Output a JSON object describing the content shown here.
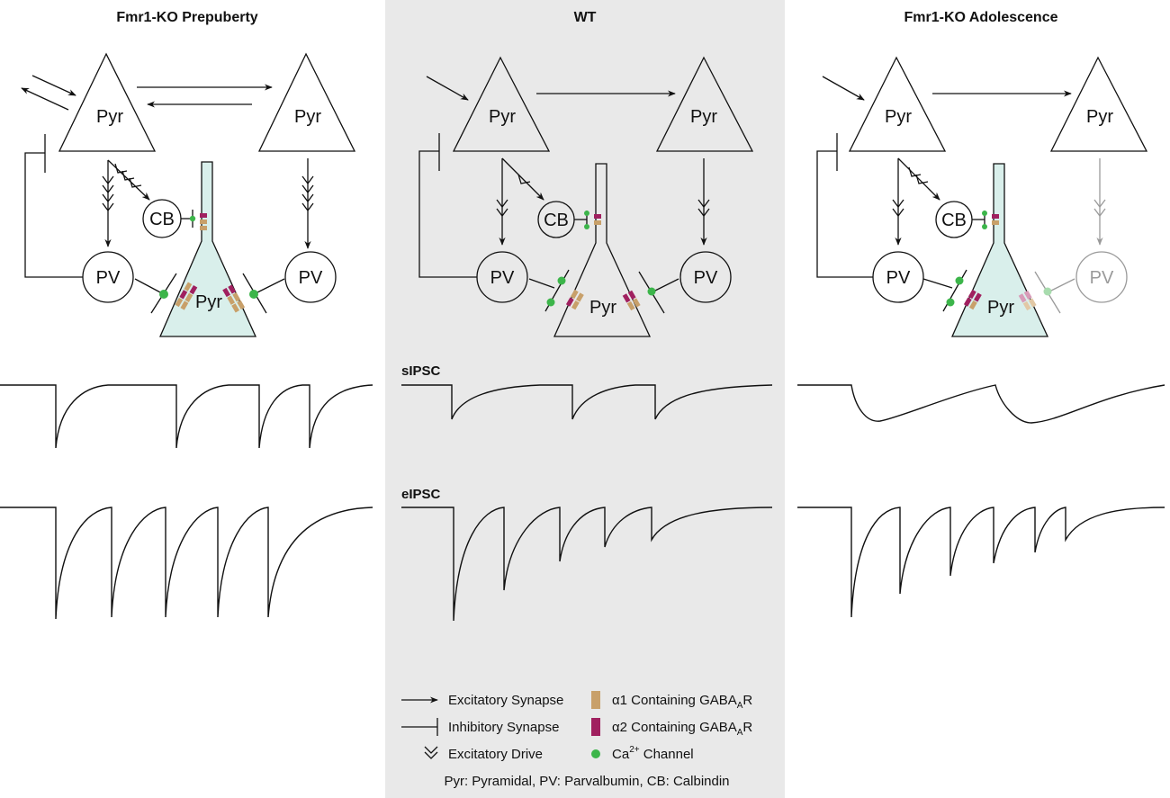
{
  "panels": {
    "left": {
      "title": "Fmr1-KO Prepuberty"
    },
    "middle": {
      "title": "WT"
    },
    "right": {
      "title": "Fmr1-KO Adolescence"
    }
  },
  "cells": {
    "pyr": "Pyr",
    "pv": "PV",
    "cb": "CB"
  },
  "traces": {
    "sipsc": "sIPSC",
    "eipsc": "eIPSC"
  },
  "legend": {
    "excitatory_synapse": "Excitatory Synapse",
    "inhibitory_synapse": "Inhibitory Synapse",
    "excitatory_drive": "Excitatory Drive",
    "alpha1_prefix": "α1 Containing GABA",
    "alpha2_prefix": "α2 Containing GABA",
    "gaba_sub": "A",
    "gaba_suffix": "R",
    "ca_prefix": "Ca",
    "ca_sup": "2+",
    "ca_suffix": " Channel",
    "abbreviations": "Pyr: Pyramidal, PV: Parvalbumin, CB: Calbindin"
  },
  "colors": {
    "wt_background": "#e9e9e9",
    "pyramidal_fill": "#d9efeb",
    "alpha1_receptor": "#c8a06a",
    "alpha2_receptor": "#a0205f",
    "ca_channel": "#3cb54a",
    "faded": "#9a9a9a"
  }
}
